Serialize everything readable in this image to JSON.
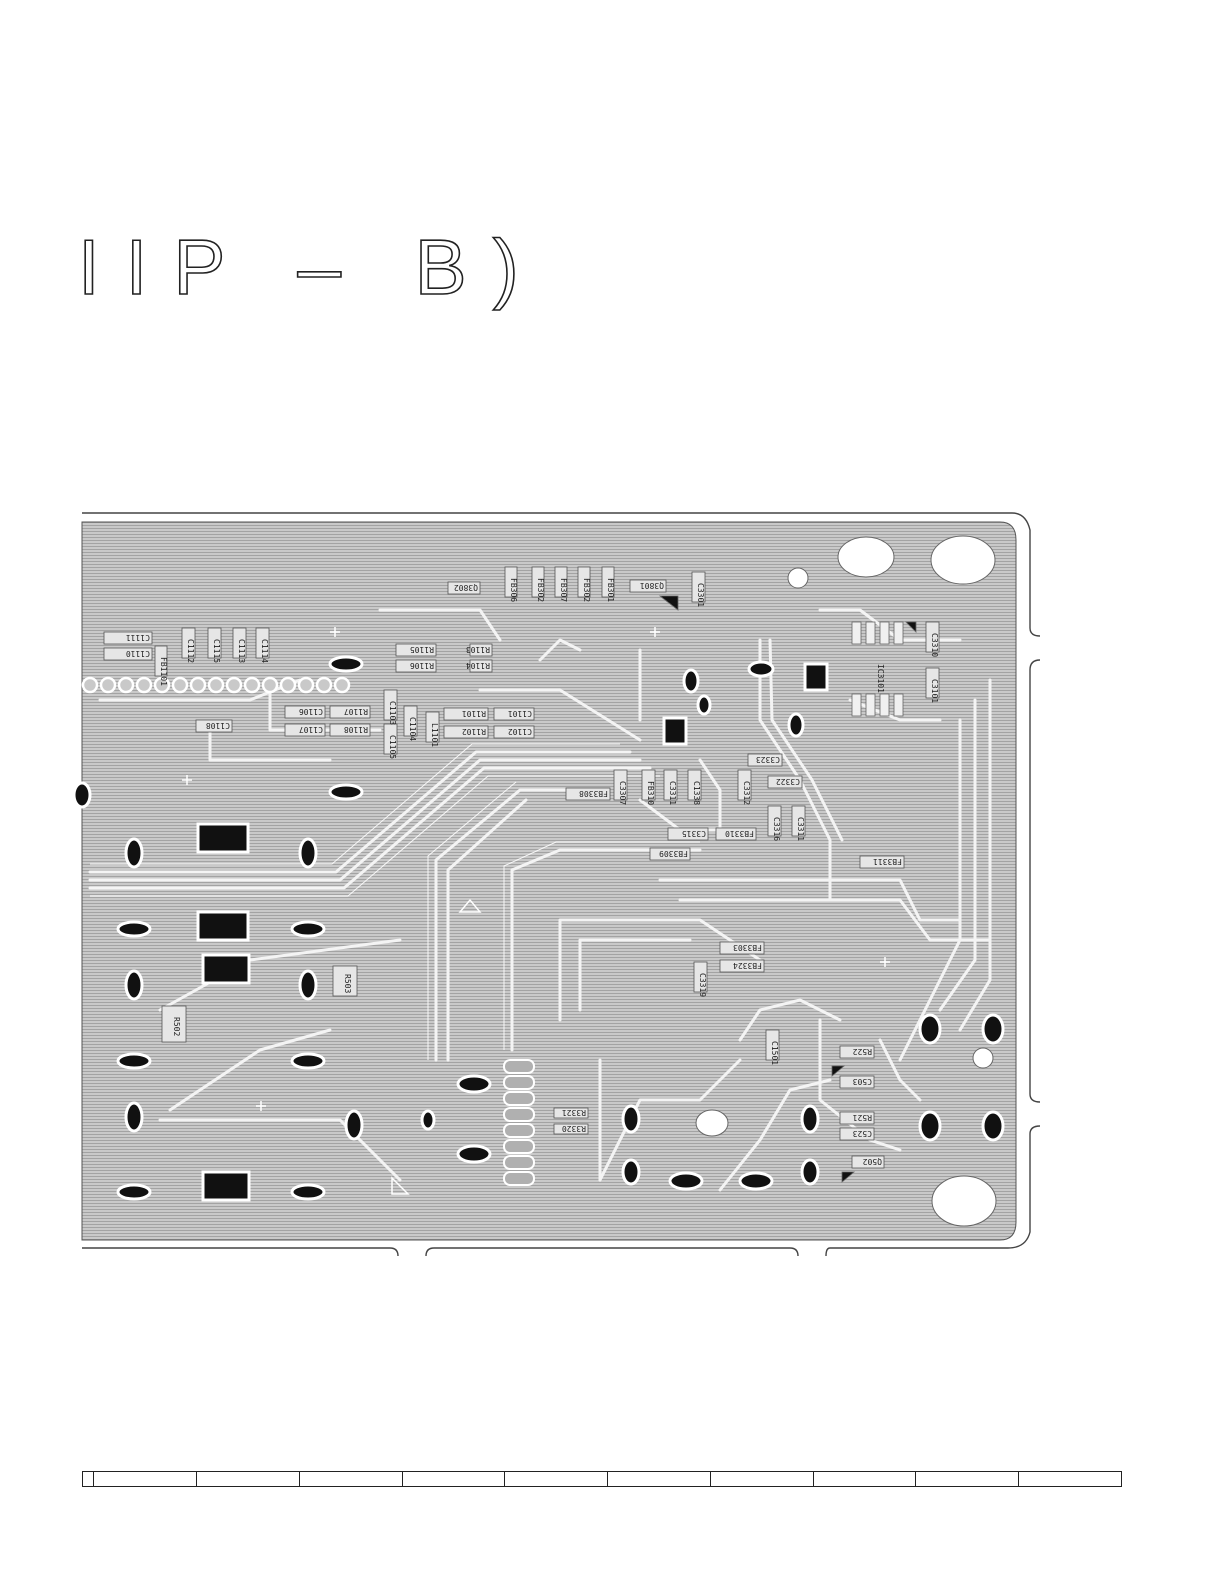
{
  "page": {
    "title": "IIP – B)"
  },
  "board": {
    "colors": {
      "copper": "#b4b4b4",
      "trace": "#f2f2f2",
      "edge": "#444444",
      "pad": "#111111"
    },
    "components": [
      {
        "ref": "Q3802"
      },
      {
        "ref": "FB306"
      },
      {
        "ref": "FB302"
      },
      {
        "ref": "FB307"
      },
      {
        "ref": "FB302"
      },
      {
        "ref": "FB301"
      },
      {
        "ref": "Q3801"
      },
      {
        "ref": "C3301"
      },
      {
        "ref": "C1111"
      },
      {
        "ref": "C1110"
      },
      {
        "ref": "FB1101"
      },
      {
        "ref": "C1112"
      },
      {
        "ref": "C1115"
      },
      {
        "ref": "C1113"
      },
      {
        "ref": "C1114"
      },
      {
        "ref": "R1105"
      },
      {
        "ref": "R1103"
      },
      {
        "ref": "R1106"
      },
      {
        "ref": "R1104"
      },
      {
        "ref": "C1103"
      },
      {
        "ref": "R1101"
      },
      {
        "ref": "C1101"
      },
      {
        "ref": "C1106"
      },
      {
        "ref": "R1107"
      },
      {
        "ref": "R1108"
      },
      {
        "ref": "C1107"
      },
      {
        "ref": "C1104"
      },
      {
        "ref": "L1101"
      },
      {
        "ref": "R1102"
      },
      {
        "ref": "C1102"
      },
      {
        "ref": "C1105"
      },
      {
        "ref": "C1108"
      },
      {
        "ref": "C3310"
      },
      {
        "ref": "IC3101"
      },
      {
        "ref": "C3101"
      },
      {
        "ref": "C3323"
      },
      {
        "ref": "C3322"
      },
      {
        "ref": "C3307"
      },
      {
        "ref": "FB310"
      },
      {
        "ref": "C3311"
      },
      {
        "ref": "C1338"
      },
      {
        "ref": "C3312"
      },
      {
        "ref": "FB3308"
      },
      {
        "ref": "C3316"
      },
      {
        "ref": "C3311"
      },
      {
        "ref": "C3315"
      },
      {
        "ref": "FB3310"
      },
      {
        "ref": "FB3309"
      },
      {
        "ref": "FB3311"
      },
      {
        "ref": "FB3303"
      },
      {
        "ref": "FB3324"
      },
      {
        "ref": "C3319"
      },
      {
        "ref": "R503"
      },
      {
        "ref": "R502"
      },
      {
        "ref": "C1501"
      },
      {
        "ref": "R522"
      },
      {
        "ref": "C503"
      },
      {
        "ref": "R521"
      },
      {
        "ref": "C523"
      },
      {
        "ref": "Q502"
      },
      {
        "ref": "R3321"
      },
      {
        "ref": "R3320"
      }
    ]
  }
}
